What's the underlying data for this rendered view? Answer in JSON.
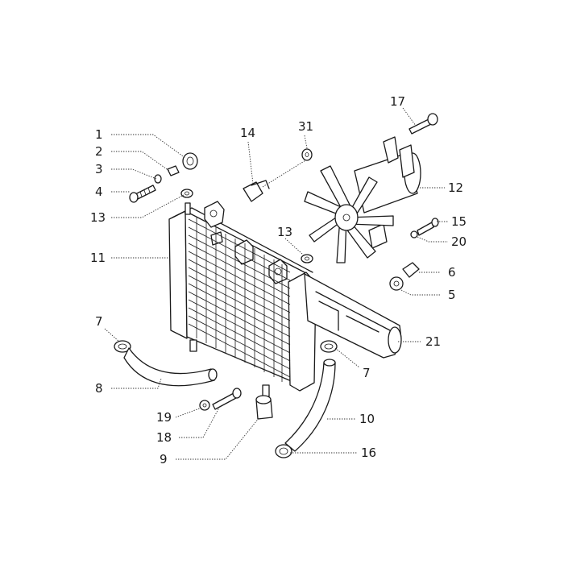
{
  "callouts": [
    {
      "id": "c1",
      "label": "1"
    },
    {
      "id": "c2",
      "label": "2"
    },
    {
      "id": "c3",
      "label": "3"
    },
    {
      "id": "c4",
      "label": "4"
    },
    {
      "id": "c13a",
      "label": "13"
    },
    {
      "id": "c11",
      "label": "11"
    },
    {
      "id": "c7a",
      "label": "7"
    },
    {
      "id": "c8",
      "label": "8"
    },
    {
      "id": "c19",
      "label": "19"
    },
    {
      "id": "c18",
      "label": "18"
    },
    {
      "id": "c9",
      "label": "9"
    },
    {
      "id": "c14",
      "label": "14"
    },
    {
      "id": "c31",
      "label": "31"
    },
    {
      "id": "c13b",
      "label": "13"
    },
    {
      "id": "c17",
      "label": "17"
    },
    {
      "id": "c12",
      "label": "12"
    },
    {
      "id": "c15",
      "label": "15"
    },
    {
      "id": "c20",
      "label": "20"
    },
    {
      "id": "c6",
      "label": "6"
    },
    {
      "id": "c5",
      "label": "5"
    },
    {
      "id": "c21",
      "label": "21"
    },
    {
      "id": "c7b",
      "label": "7"
    },
    {
      "id": "c10",
      "label": "10"
    },
    {
      "id": "c16",
      "label": "16"
    }
  ],
  "colors": {
    "line": "#1a1a1a",
    "background": "#ffffff"
  }
}
